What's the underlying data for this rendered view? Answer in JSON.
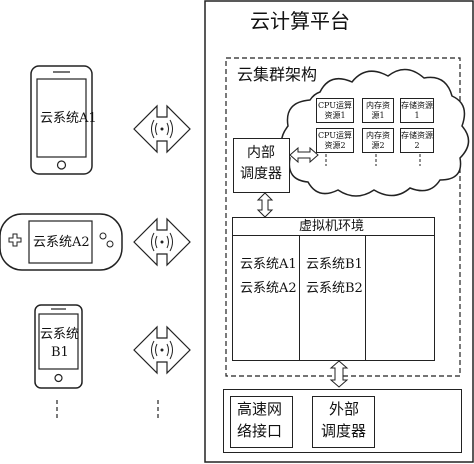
{
  "platform": {
    "title": "云计算平台",
    "cluster_title": "云集群架构",
    "internal_scheduler": [
      "内部",
      "调度器"
    ],
    "resources": {
      "row1": [
        "CPU运算资源1",
        "内存资源1",
        "存储资源1"
      ],
      "row2": [
        "CPU运算资源2",
        "内存资源2",
        "存储资源2"
      ]
    },
    "vm_title": "虚拟机环境",
    "vm_col1": [
      "云系统A1",
      "云系统A2"
    ],
    "vm_col2": [
      "云系统B1",
      "云系统B2"
    ],
    "network_interface": [
      "高速网",
      "络接口"
    ],
    "external_scheduler": [
      "外部",
      "调度器"
    ]
  },
  "devices": {
    "phone_a1": "云系统A1",
    "handheld_a2": "云系统A2",
    "phone_b1": [
      "云系统",
      "B1"
    ]
  },
  "icons": {
    "wireless": "wireless-signal-icon",
    "double_arrow": "bidirectional-arrow-icon"
  }
}
